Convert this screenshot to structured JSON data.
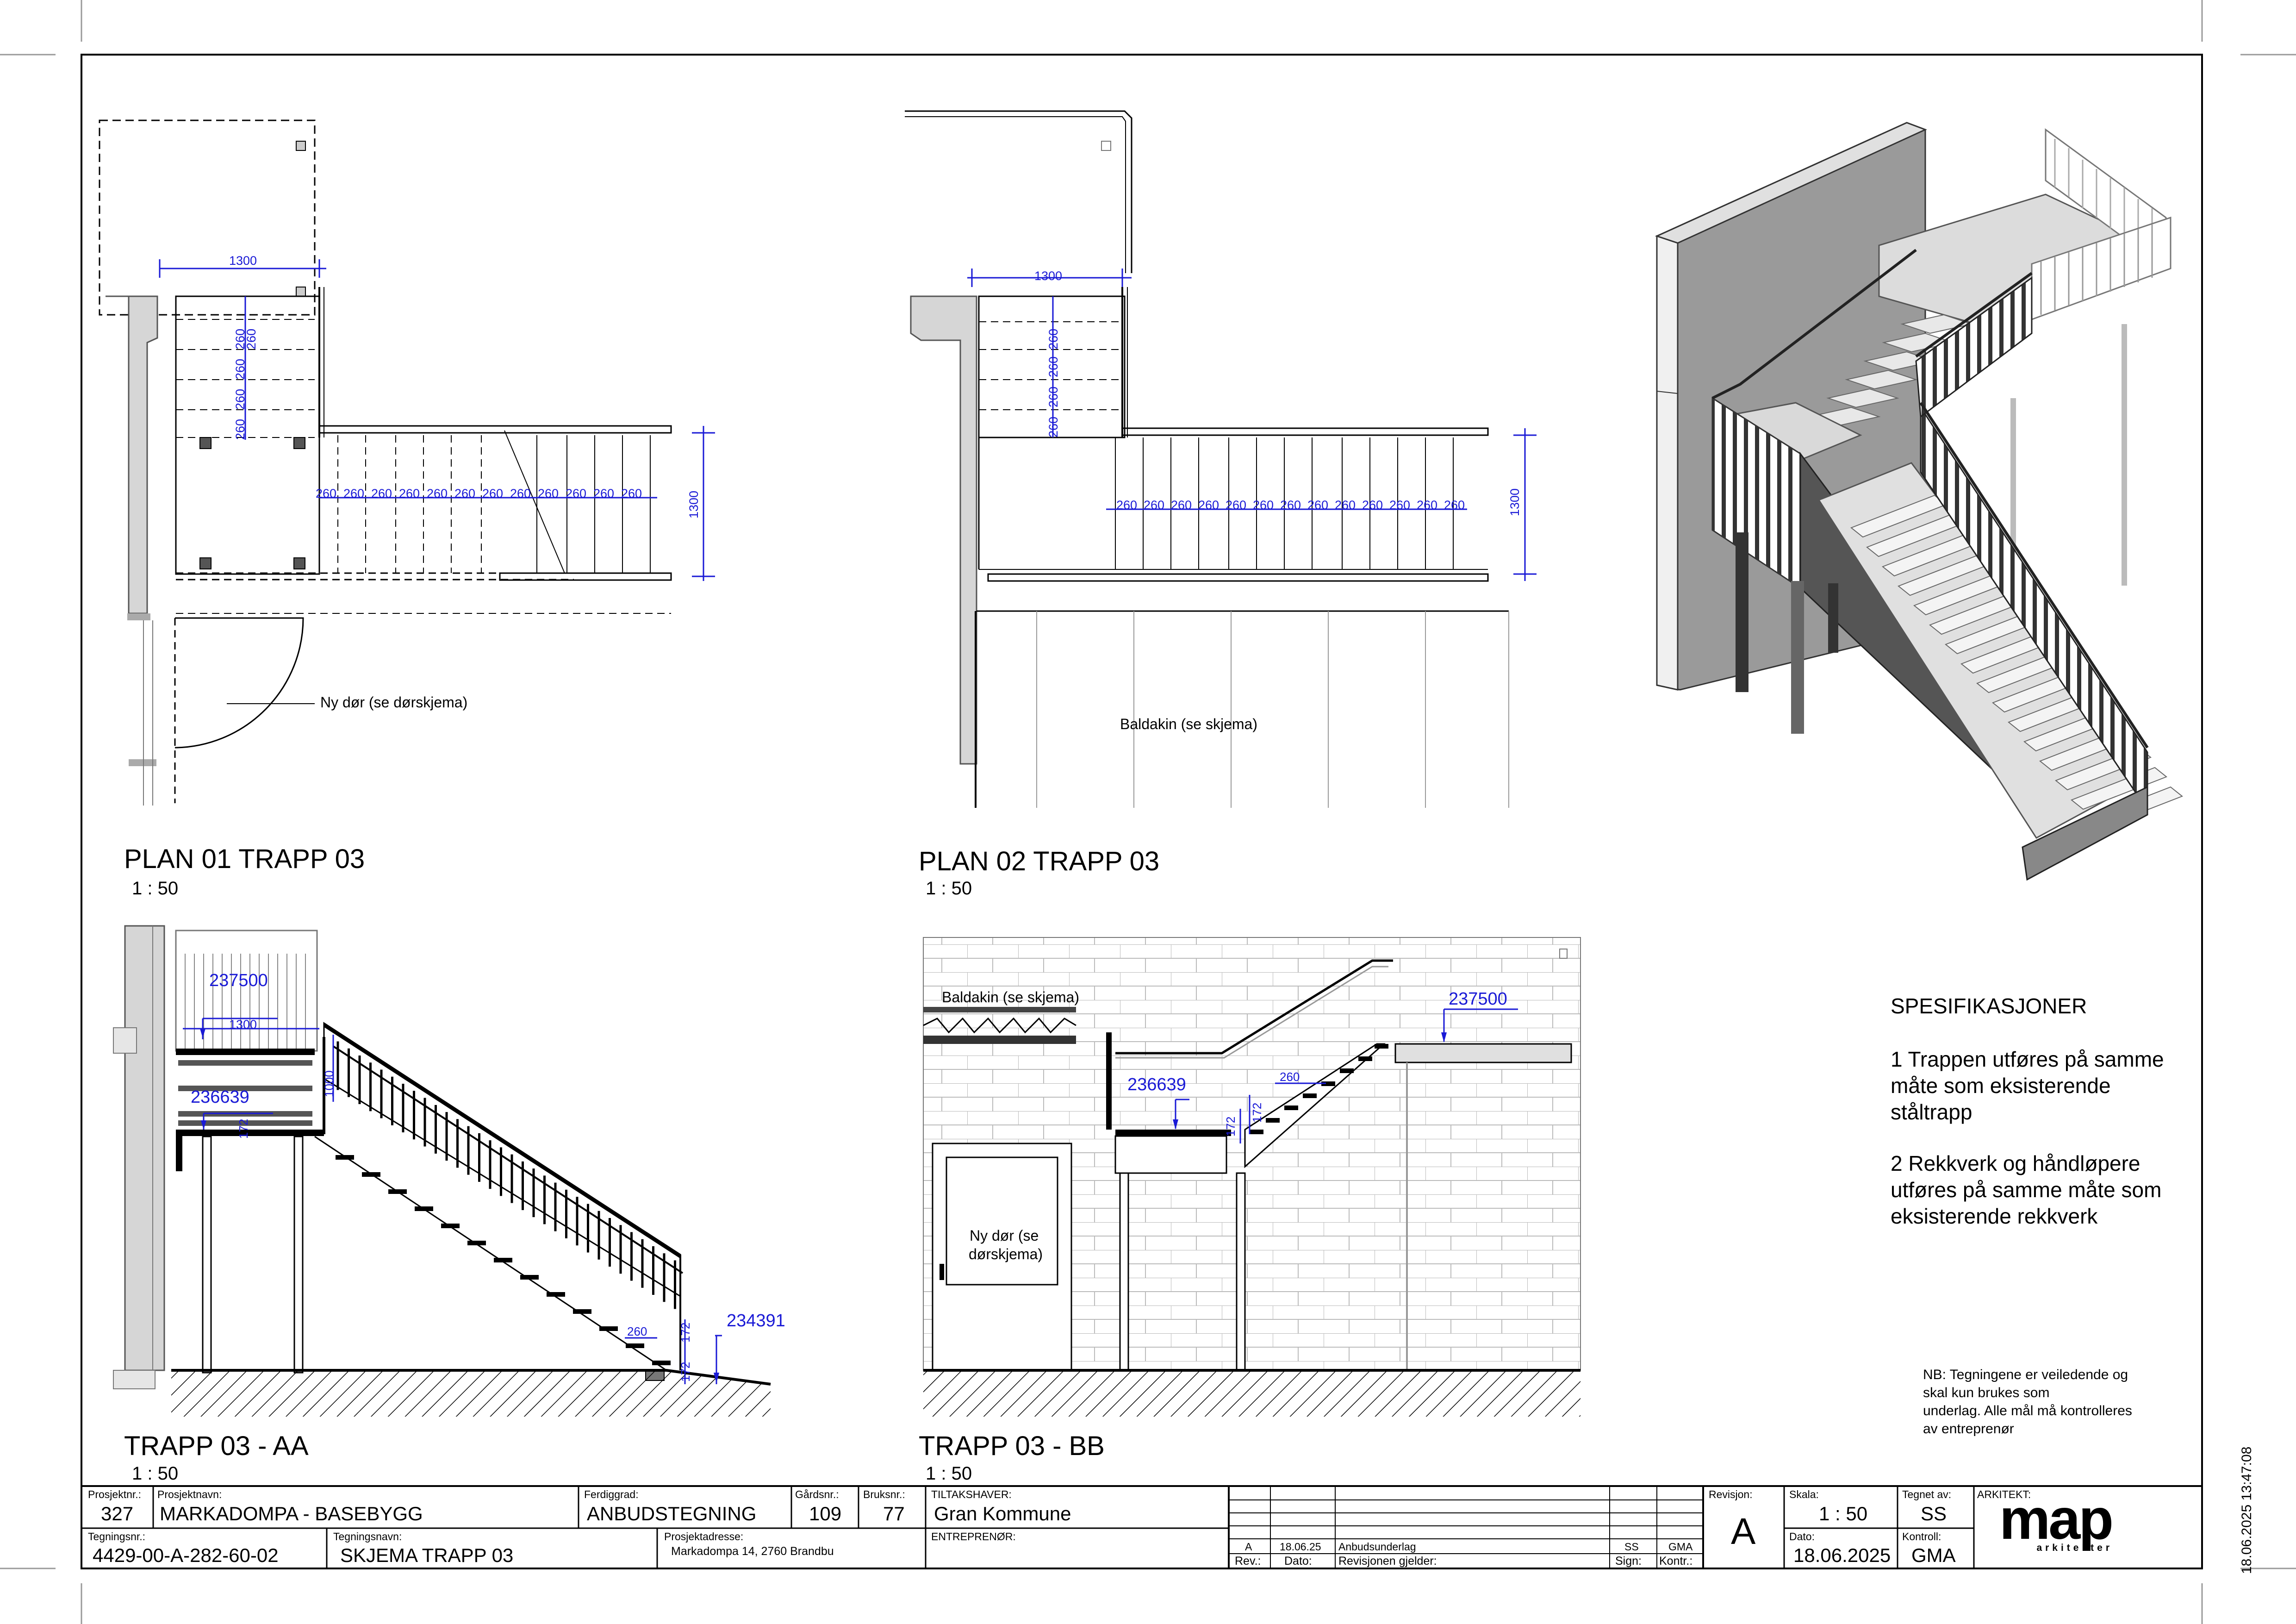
{
  "views": {
    "plan01": {
      "title": "PLAN 01 TRAPP 03",
      "scale": "1 : 50",
      "door_note": "Ny dør (se dørskjema)"
    },
    "plan02": {
      "title": "PLAN 02 TRAPP 03",
      "scale": "1 : 50",
      "canopy_note": "Baldakin (se skjema)"
    },
    "section_aa": {
      "title": "TRAPP 03 - AA",
      "scale": "1 : 50"
    },
    "section_bb": {
      "title": "TRAPP 03 - BB",
      "scale": "1 : 50",
      "canopy_note": "Baldakin (se skjema)",
      "door_note_line1": "Ny dør (se",
      "door_note_line2": "dørskjema)"
    }
  },
  "dimensions": {
    "width_1300": "1300",
    "tread_260": "260",
    "level_top": "237500",
    "level_mid": "236639",
    "level_ground": "234391",
    "rail_1000": "1000",
    "riser_172": "172"
  },
  "specifications": {
    "heading": "SPESIFIKASJONER",
    "item1": "1 Trappen utføres på samme\nmåte som eksisterende\nståltrapp",
    "item2": "2 Rekkverk og håndløpere\nutføres på samme måte som\neksisterende rekkverk"
  },
  "nb_note": "NB: Tegningene er veiledende og\nskal kun brukes som\nunderlag. Alle mål må kontrolleres\nav entreprenør",
  "timestamp": "18.06.2025 13:47:08",
  "title_block": {
    "prosjektnr_label": "Prosjektnr.:",
    "prosjektnr": "327",
    "prosjektnavn_label": "Prosjektnavn:",
    "prosjektnavn": "MARKADOMPA - BASEBYGG",
    "ferdiggrad_label": "Ferdiggrad:",
    "ferdiggrad": "ANBUDSTEGNING",
    "gardsnr_label": "Gårdsnr.:",
    "gardsnr": "109",
    "bruksnr_label": "Bruksnr.:",
    "bruksnr": "77",
    "tiltakshaver_label": "TILTAKSHAVER:",
    "tiltakshaver": "Gran Kommune",
    "tegningsnr_label": "Tegningsnr.:",
    "tegningsnr": "4429-00-A-282-60-02",
    "tegningsnavn_label": "Tegningsnavn:",
    "tegningsnavn": "SKJEMA TRAPP 03",
    "prosjektadresse_label": "Prosjektadresse:",
    "prosjektadresse": "Markadompa 14, 2760 Brandbu",
    "entreprenor_label": "ENTREPRENØR:",
    "rev_row": {
      "rev": "A",
      "dato": "18.06.25",
      "text": "Anbudsunderlag",
      "sign": "SS",
      "kontr": "GMA"
    },
    "rev_headers": {
      "rev": "Rev.:",
      "dato": "Dato:",
      "text": "Revisjonen gjelder:",
      "sign": "Sign:",
      "kontr": "Kontr.:"
    },
    "revisjon_label": "Revisjon:",
    "revisjon": "A",
    "skala_label": "Skala:",
    "skala": "1 : 50",
    "tegnet_av_label": "Tegnet av:",
    "tegnet_av": "SS",
    "dato_label": "Dato:",
    "dato": "18.06.2025",
    "kontroll_label": "Kontroll:",
    "kontroll": "GMA",
    "arkitekt_label": "ARKITEKT:",
    "logo_text": "map",
    "logo_sub": "arkitekter"
  }
}
